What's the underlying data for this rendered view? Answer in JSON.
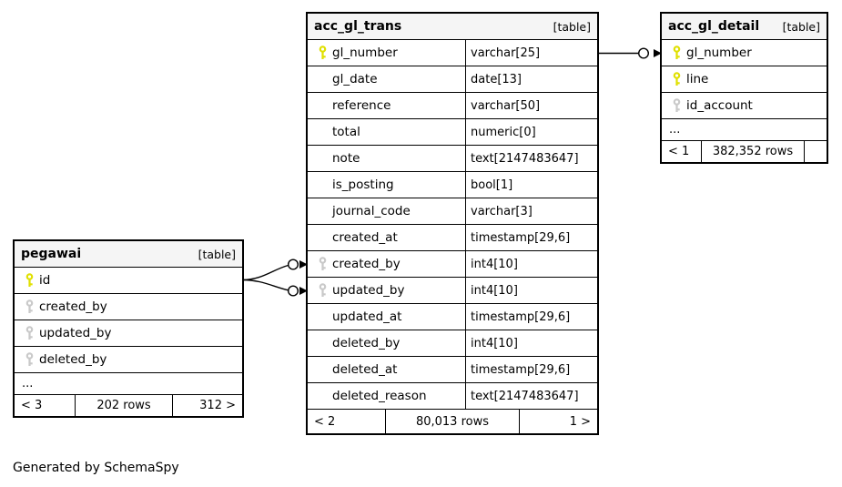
{
  "page": {
    "generated_by": "Generated by SchemaSpy"
  },
  "icons": {
    "primary_key": "key-icon (yellow)",
    "foreign_key": "key-icon (gray)",
    "relationship_end": "open-circle with solid arrowhead (crow-foot)"
  },
  "colors": {
    "background": "#ffffff",
    "border": "#000000",
    "header_bg": "#f5f5f5",
    "primary_key_icon": "#e0e000",
    "foreign_key_icon": "#c9c9c9"
  },
  "tables": {
    "acc_gl_trans": {
      "name": "acc_gl_trans",
      "tag": "[table]",
      "columns": [
        {
          "name": "gl_number",
          "type": "varchar[25]"
        },
        {
          "name": "gl_date",
          "type": "date[13]"
        },
        {
          "name": "reference",
          "type": "varchar[50]"
        },
        {
          "name": "total",
          "type": "numeric[0]"
        },
        {
          "name": "note",
          "type": "text[2147483647]"
        },
        {
          "name": "is_posting",
          "type": "bool[1]"
        },
        {
          "name": "journal_code",
          "type": "varchar[3]"
        },
        {
          "name": "created_at",
          "type": "timestamp[29,6]"
        },
        {
          "name": "created_by",
          "type": "int4[10]"
        },
        {
          "name": "updated_by",
          "type": "int4[10]"
        },
        {
          "name": "updated_at",
          "type": "timestamp[29,6]"
        },
        {
          "name": "deleted_by",
          "type": "int4[10]"
        },
        {
          "name": "deleted_at",
          "type": "timestamp[29,6]"
        },
        {
          "name": "deleted_reason",
          "type": "text[2147483647]"
        }
      ],
      "footer": {
        "left": "< 2",
        "center": "80,013 rows",
        "right": "1 >"
      }
    },
    "acc_gl_detail": {
      "name": "acc_gl_detail",
      "tag": "[table]",
      "columns": [
        {
          "name": "gl_number"
        },
        {
          "name": "line"
        },
        {
          "name": "id_account"
        }
      ],
      "ellipsis": "...",
      "footer": {
        "left": "< 1",
        "center": "382,352 rows",
        "right": ""
      }
    },
    "pegawai": {
      "name": "pegawai",
      "tag": "[table]",
      "columns": [
        {
          "name": "id"
        },
        {
          "name": "created_by"
        },
        {
          "name": "updated_by"
        },
        {
          "name": "deleted_by"
        }
      ],
      "ellipsis": "...",
      "footer": {
        "left": "< 3",
        "center": "202 rows",
        "right": "312 >"
      }
    }
  }
}
